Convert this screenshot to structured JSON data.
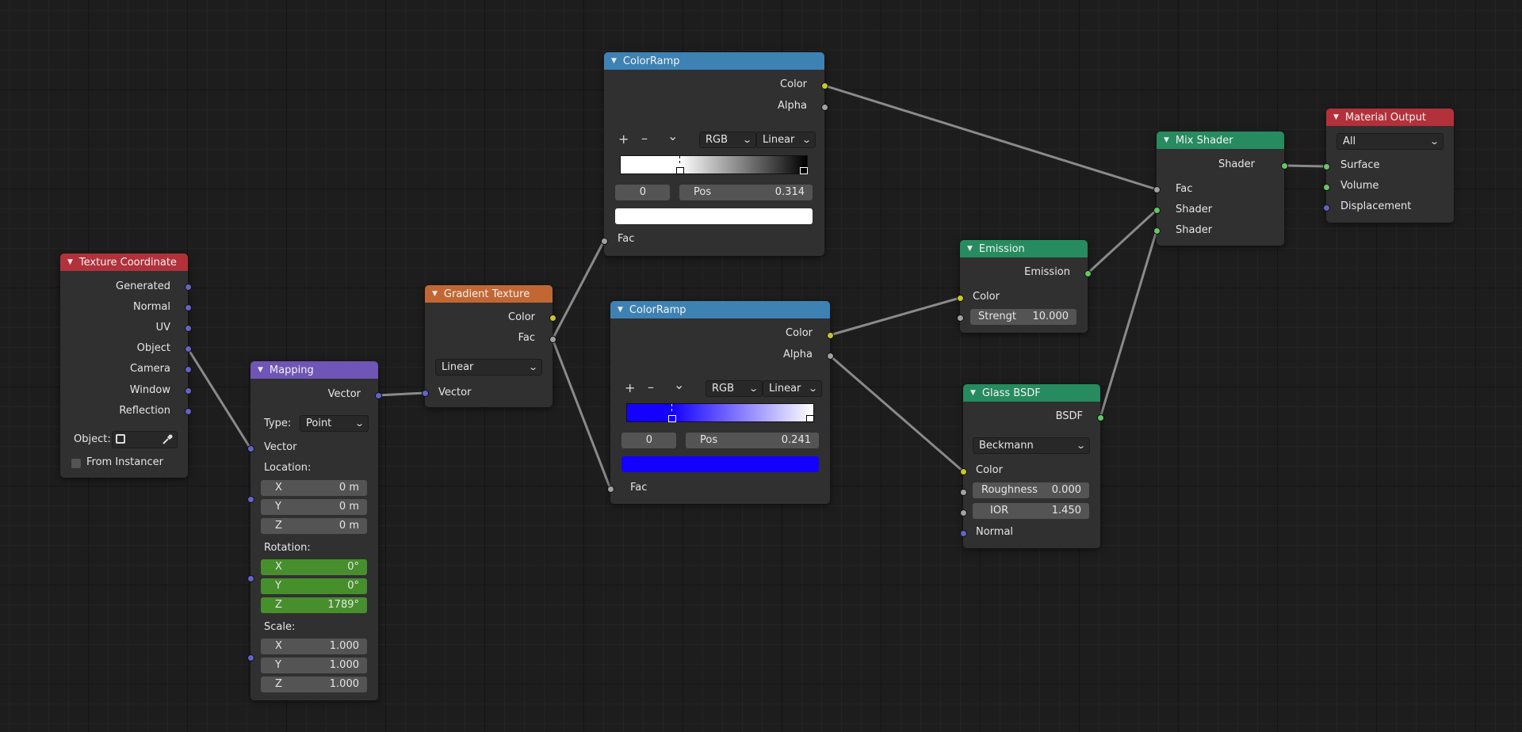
{
  "texture_coordinate": {
    "title": "Texture Coordinate",
    "outputs": [
      "Generated",
      "Normal",
      "UV",
      "Object",
      "Camera",
      "Window",
      "Reflection"
    ],
    "object_label": "Object:",
    "from_instancer": "From Instancer"
  },
  "mapping": {
    "title": "Mapping",
    "output": "Vector",
    "type_label": "Type:",
    "type_value": "Point",
    "input_vector": "Vector",
    "location_label": "Location:",
    "location": [
      {
        "axis": "X",
        "value": "0 m"
      },
      {
        "axis": "Y",
        "value": "0 m"
      },
      {
        "axis": "Z",
        "value": "0 m"
      }
    ],
    "rotation_label": "Rotation:",
    "rotation": [
      {
        "axis": "X",
        "value": "0°"
      },
      {
        "axis": "Y",
        "value": "0°"
      },
      {
        "axis": "Z",
        "value": "1789°"
      }
    ],
    "scale_label": "Scale:",
    "scale": [
      {
        "axis": "X",
        "value": "1.000"
      },
      {
        "axis": "Y",
        "value": "1.000"
      },
      {
        "axis": "Z",
        "value": "1.000"
      }
    ]
  },
  "gradient_texture": {
    "title": "Gradient Texture",
    "outputs": [
      "Color",
      "Fac"
    ],
    "type_value": "Linear",
    "input_vector": "Vector"
  },
  "colorramp_top": {
    "title": "ColorRamp",
    "outputs": [
      "Color",
      "Alpha"
    ],
    "color_mode": "RGB",
    "interpolation": "Linear",
    "stop_index": "0",
    "pos_label": "Pos",
    "pos_value": "0.314",
    "selected_color": "#ffffff",
    "ramp_from": "#ffffff",
    "ramp_to": "#000000",
    "input_fac": "Fac"
  },
  "colorramp_bottom": {
    "title": "ColorRamp",
    "outputs": [
      "Color",
      "Alpha"
    ],
    "color_mode": "RGB",
    "interpolation": "Linear",
    "stop_index": "0",
    "pos_label": "Pos",
    "pos_value": "0.241",
    "selected_color": "#1400ff",
    "ramp_from": "#1400ff",
    "ramp_to": "#ffffff",
    "input_fac": "Fac"
  },
  "emission": {
    "title": "Emission",
    "output": "Emission",
    "input_color": "Color",
    "strength_label": "Strengt",
    "strength_value": "10.000"
  },
  "glass_bsdf": {
    "title": "Glass BSDF",
    "output": "BSDF",
    "distribution": "Beckmann",
    "input_color": "Color",
    "roughness_label": "Roughness",
    "roughness_value": "0.000",
    "ior_label": "IOR",
    "ior_value": "1.450",
    "input_normal": "Normal"
  },
  "mix_shader": {
    "title": "Mix Shader",
    "output": "Shader",
    "inputs": [
      "Fac",
      "Shader",
      "Shader"
    ]
  },
  "material_output": {
    "title": "Material Output",
    "target": "All",
    "inputs": [
      "Surface",
      "Volume",
      "Displacement"
    ]
  },
  "icons": {
    "add": "+",
    "remove": "–",
    "menu": "⌄",
    "collapse": "▼",
    "eyedropper": "eyedropper-icon",
    "object": "object-icon"
  },
  "colors": {
    "background": "#1d1d1d",
    "node_body": "#303030",
    "header_input": "#b2313b",
    "header_vector": "#6f55b6",
    "header_texture": "#c26734",
    "header_converter": "#3e82b4",
    "header_shader": "#268b5f",
    "socket_vector": "#6363c7",
    "socket_color": "#c7c729",
    "socket_float": "#a1a1a1",
    "socket_shader": "#63c763",
    "rotation_field": "#478f2d"
  }
}
